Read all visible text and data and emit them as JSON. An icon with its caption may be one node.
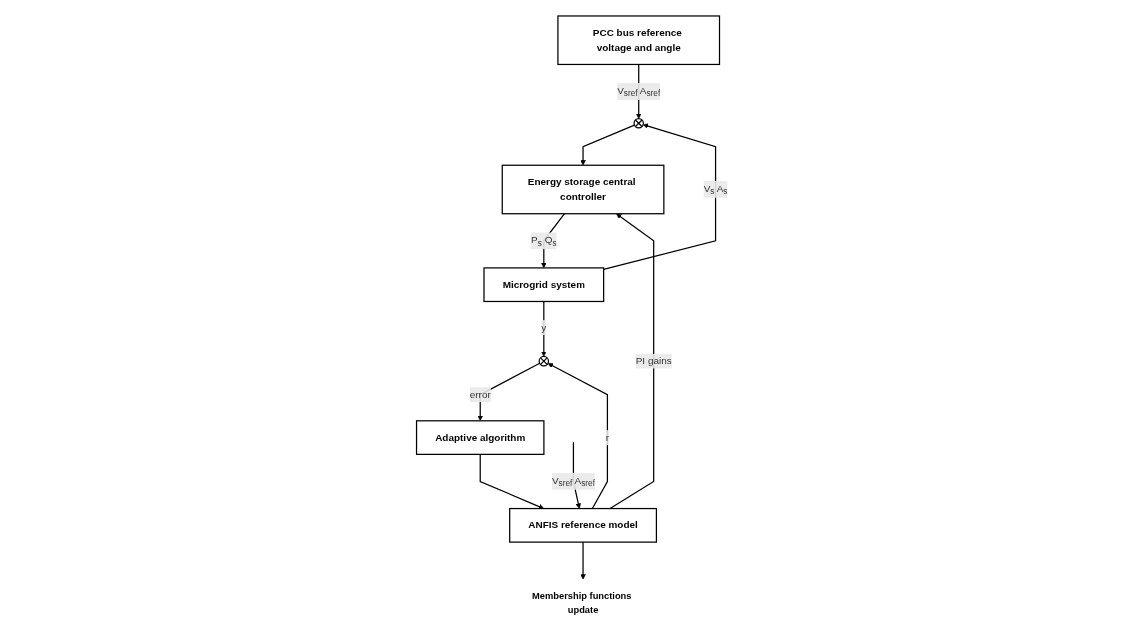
{
  "diagram": {
    "nodes": [
      {
        "text": [
          "PCC bus reference voltage and angle"
        ]
      },
      {
        "text": [],
        "shape": "circle"
      },
      {
        "text": [
          "Energy storage central controller"
        ]
      },
      {
        "text": [
          "Microgrid system"
        ]
      },
      {
        "text": [
          "ANFIS reference model"
        ]
      },
      {
        "text": [
          "Adaptive algorithm"
        ]
      },
      {
        "text": [],
        "shape": "circle"
      },
      {
        "text": [
          "Membership functions update"
        ]
      }
    ],
    "edges": [
      {
        "from": 0,
        "to": 1,
        "arrow": "to",
        "label": "V$_{sref}$ A$_{sref}$"
      },
      {
        "from": 1,
        "to": 2,
        "arrow": "to"
      },
      {
        "from": 2,
        "to": 3,
        "arrow": "to",
        "label": "P$_{s}$ Q$_{s}$"
      },
      {
        "from": 3,
        "to": 1,
        "arrow": "to",
        "label": "V$_{s}$ A$_{s}$"
      },
      {
        "from": 4,
        "to": 2,
        "arrow": "to",
        "label": "PI gains"
      },
      {
        "from": null,
        "to": 4,
        "arrow": "to",
        "label": "V$_{sref}$ A$_{sref}$"
      },
      {
        "from": 4,
        "to": 7,
        "arrow": "to"
      },
      {
        "from": 5,
        "to": 4,
        "arrow": "to"
      },
      {
        "from": 6,
        "to": 5,
        "arrow": "to",
        "label": "error"
      },
      {
        "from": 4,
        "to": 6,
        "arrow": "to",
        "label": "r"
      },
      {
        "from": 3,
        "to": 6,
        "arrow": "to",
        "label": "y"
      }
    ]
  }
}
